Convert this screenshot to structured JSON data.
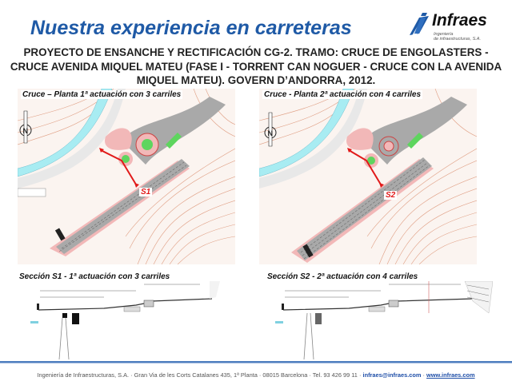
{
  "slide": {
    "title": "Nuestra experiencia en carreteras",
    "project_heading": "PROYECTO DE ENSANCHE Y RECTIFICACIÓN CG-2. TRAMO:  CRUCE DE ENGOLASTERS - CRUCE AVENIDA MIQUEL MATEU  (FASE I  - TORRENT CAN NOGUER - CRUCE  CON  LA AVENIDA MIQUEL MATEU). GOVERN D’ANDORRA, 2012."
  },
  "logo": {
    "brand": "Infraes",
    "subtitle_line1": "Ingeniería",
    "subtitle_line2": "de infraestructuras, S.A.",
    "icon": "infraes-logo-mark",
    "color": "#1f5aa6"
  },
  "panels": {
    "plan1": {
      "caption": "Cruce – Planta 1ª actuación con 3 carriles",
      "section_marker": "S1",
      "icon": "north-arrow-icon"
    },
    "plan2": {
      "caption": "Cruce - Planta 2ª actuación con 4 carriles",
      "section_marker": "S2",
      "icon": "north-arrow-icon"
    },
    "section1": {
      "caption": "Sección S1 - 1ª actuación con 3 carriles"
    },
    "section2": {
      "caption": "Sección S2 - 2ª actuación con 4 carriles"
    }
  },
  "footer": {
    "company": "Ingeniería de Infraestructuras, S.A.",
    "address": "Gran Via de les Corts Catalanes 435, 1ª Planta",
    "city": "08015 Barcelona",
    "phone": "Tel. 93 426 99 11",
    "email": "infraes@infraes.com",
    "website": "www.infraes.com",
    "separator": " · "
  },
  "colors": {
    "title_blue": "#1f5aa6",
    "river": "#a8ecf2",
    "road_gray": "#a9a9a9",
    "pavement_pink": "#f2b8b8",
    "contour_orange": "#d98a6a",
    "green_island": "#5ed55e",
    "section_red": "#e11a1a",
    "footer_rule": "#4f7fbf"
  }
}
